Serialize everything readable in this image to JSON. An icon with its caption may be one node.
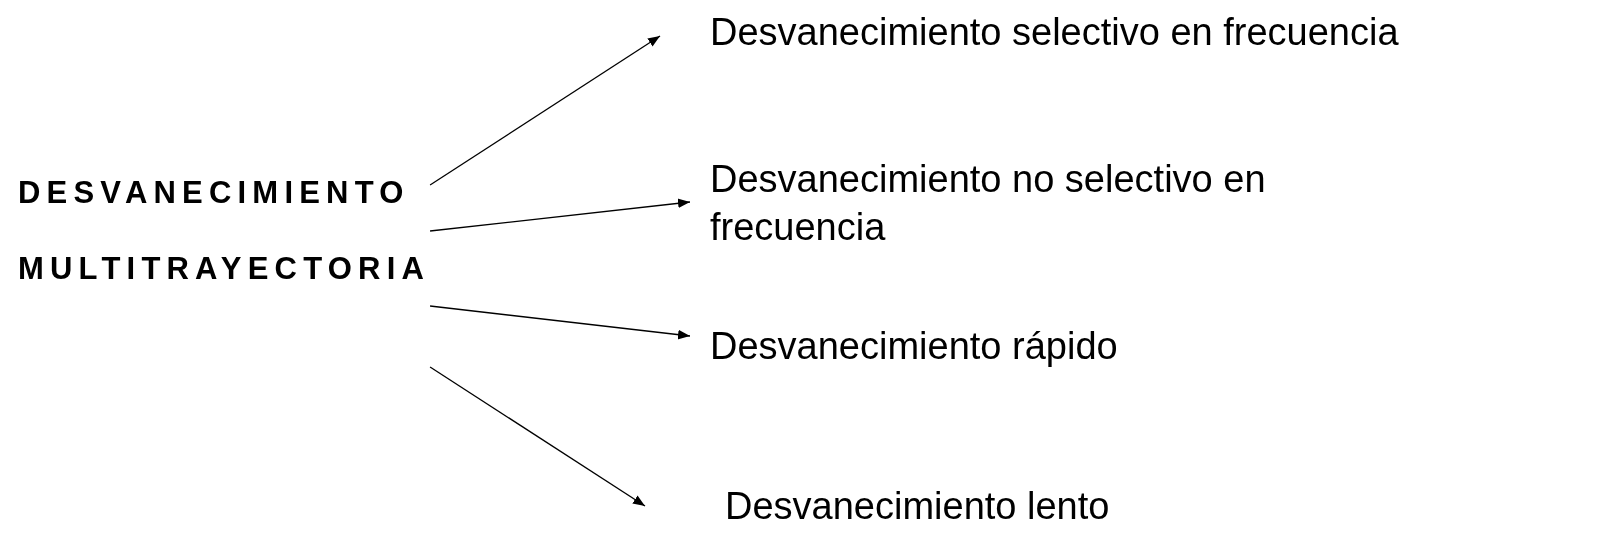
{
  "diagram": {
    "nodes": [
      {
        "text": [
          "DESVANECIMIENTO MULTITRAYECTORIA"
        ]
      },
      {
        "text": [
          "Desvanecimiento selectivo en frecuencia"
        ]
      },
      {
        "text": [
          "Desvanecimiento no selectivo en frecuencia"
        ]
      },
      {
        "text": [
          "Desvanecimiento rápido"
        ]
      },
      {
        "text": [
          "Desvanecimiento lento"
        ]
      }
    ],
    "edges": [
      {
        "from": 0,
        "to": 1,
        "arrow": "to"
      },
      {
        "from": 0,
        "to": 2,
        "arrow": "to"
      },
      {
        "from": 0,
        "to": 3,
        "arrow": "to"
      },
      {
        "from": 0,
        "to": 4,
        "arrow": "to"
      }
    ]
  }
}
